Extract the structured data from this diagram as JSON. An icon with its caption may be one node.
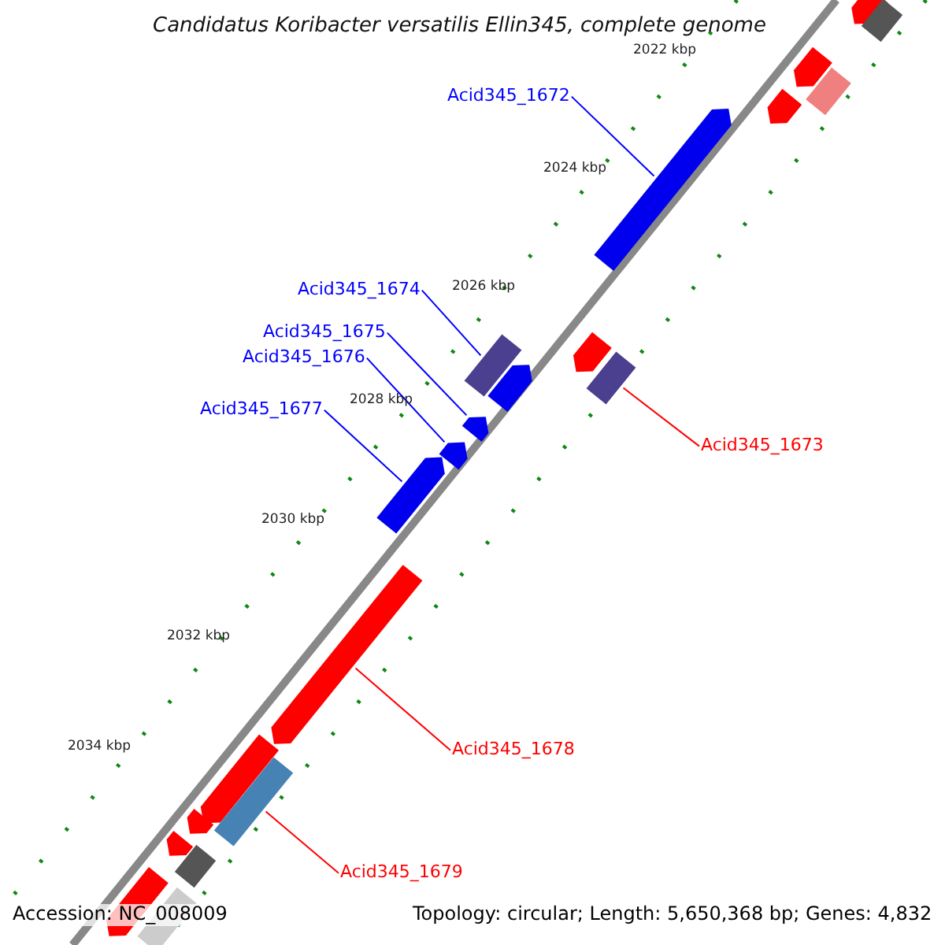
{
  "diagram": {
    "title": "Candidatus Koribacter versatilis Ellin345, complete genome",
    "nodes": [
      {
        "text": [
          "Acid345_1672"
        ]
      },
      {
        "text": [
          "Acid345_1674"
        ]
      },
      {
        "text": [
          "Acid345_1675"
        ]
      },
      {
        "text": [
          "Acid345_1676"
        ]
      },
      {
        "text": [
          "Acid345_1677"
        ]
      },
      {
        "text": [
          "Acid345_1673"
        ]
      },
      {
        "text": [
          "Acid345_1678"
        ]
      },
      {
        "text": [
          "Acid345_1679"
        ]
      },
      {
        "text": [],
        "shape": "arrow"
      },
      {
        "text": [],
        "shape": "box"
      },
      {
        "text": [],
        "shape": "arrow"
      },
      {
        "text": [],
        "shape": "box"
      },
      {
        "text": [],
        "shape": "arrow"
      },
      {
        "text": [],
        "shape": "arrow"
      },
      {
        "text": [],
        "shape": "arrow"
      },
      {
        "text": [],
        "shape": "box"
      },
      {
        "text": [],
        "shape": "box"
      },
      {
        "text": [],
        "shape": "arrow"
      },
      {
        "text": [],
        "shape": "arrow"
      },
      {
        "text": [],
        "shape": "arrow"
      },
      {
        "text": [],
        "shape": "arrow"
      },
      {
        "text": [],
        "shape": "arrow"
      },
      {
        "text": [],
        "shape": "arrow"
      },
      {
        "text": [],
        "shape": "box"
      },
      {
        "text": [],
        "shape": "arrow"
      },
      {
        "text": [],
        "shape": "arrow"
      },
      {
        "text": [],
        "shape": "box"
      },
      {
        "text": [],
        "shape": "arrow"
      },
      {
        "text": [],
        "shape": "box"
      }
    ],
    "edges": [
      {
        "from": 0,
        "to": 13,
        "arrow": "none"
      },
      {
        "from": 1,
        "to": 16,
        "arrow": "none"
      },
      {
        "from": 2,
        "to": 18,
        "arrow": "none"
      },
      {
        "from": 3,
        "to": 19,
        "arrow": "none"
      },
      {
        "from": 4,
        "to": 20,
        "arrow": "none"
      },
      {
        "from": 5,
        "to": 15,
        "arrow": "none",
        "color": "#ff0000"
      },
      {
        "from": 6,
        "to": 21,
        "arrow": "none",
        "color": "#ff0000"
      },
      {
        "from": 7,
        "to": 23,
        "arrow": "none",
        "color": "#ff0000"
      }
    ],
    "labels": [
      "2022 kbp",
      "2024 kbp",
      "2026 kbp",
      "2028 kbp",
      "2030 kbp",
      "2032 kbp",
      "2034 kbp",
      "Accession: NC_008009",
      "Topology: circular; Length: 5,650,368 bp; Genes: 4,832"
    ]
  }
}
